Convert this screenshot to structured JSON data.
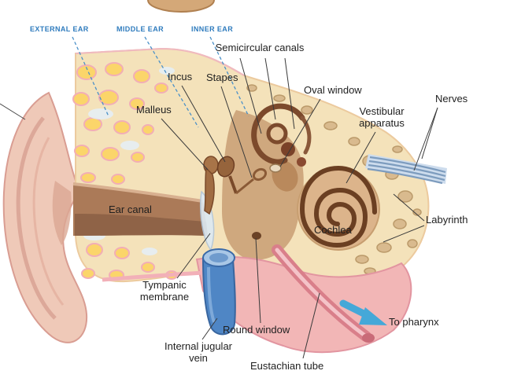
{
  "region_headers": {
    "external_ear": "EXTERNAL EAR",
    "middle_ear": "MIDDLE EAR",
    "inner_ear": "INNER EAR"
  },
  "labels": {
    "semicircular_canals": "Semicircular canals",
    "incus": "Incus",
    "stapes": "Stapes",
    "oval_window": "Oval window",
    "nerves": "Nerves",
    "vestibular_apparatus": "Vestibular apparatus",
    "malleus": "Malleus",
    "ear_canal": "Ear canal",
    "cochlea": "Cochlea",
    "labyrinth": "Labyrinth",
    "tympanic_membrane": "Tympanic membrane",
    "round_window": "Round window",
    "to_pharynx": "To pharynx",
    "internal_jugular_vein": "Internal jugular vein",
    "eustachian_tube": "Eustachian tube"
  },
  "colors": {
    "region_header_text": "#2e7bbd",
    "label_text": "#1f1f1f",
    "leader_line": "#3a3a3a",
    "pharynx_arrow": "#45a8d8",
    "dashed_guide_line": "#4a90c8",
    "bone": "#f4e2ba",
    "bone_cells_yellow": "#fbd56a",
    "outer_ear_skin": "#efc9b8",
    "ear_canal_fill": "#ab7a58",
    "cochlea_fill": "#dcb48b",
    "cochlea_spiral": "#6b3f22",
    "soft_tissue_pink": "#f2b6b6",
    "jugular_vein_blue": "#4f86c5"
  }
}
